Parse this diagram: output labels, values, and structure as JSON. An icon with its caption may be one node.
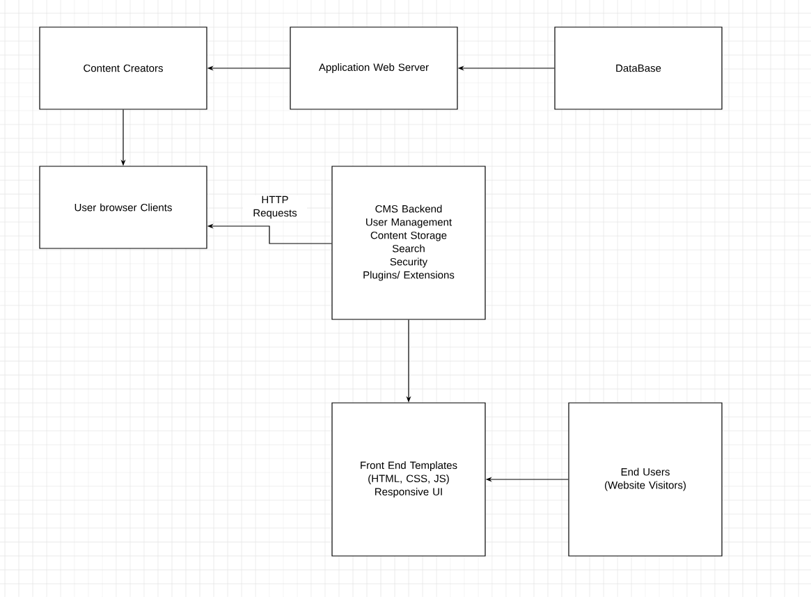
{
  "diagram": {
    "nodes": [
      {
        "text": [
          "Content Creators"
        ]
      },
      {
        "text": [
          "Application Web Server"
        ]
      },
      {
        "text": [
          "DataBase"
        ]
      },
      {
        "text": [
          "User browser Clients"
        ]
      },
      {
        "text": [
          "CMS Backend",
          "User Management",
          "Content Storage",
          "Search",
          "Security",
          "Plugins/ Extensions"
        ]
      },
      {
        "text": [
          "Front End Templates",
          "(HTML, CSS, JS)",
          "Responsive UI"
        ]
      },
      {
        "text": [
          "End Users",
          "(Website Visitors)"
        ]
      }
    ],
    "edges": [
      {
        "from": 1,
        "to": 0,
        "arrow": "to"
      },
      {
        "from": 2,
        "to": 1,
        "arrow": "to"
      },
      {
        "from": 0,
        "to": 3,
        "arrow": "to"
      },
      {
        "from": 4,
        "to": 3,
        "arrow": "to",
        "label": "HTTP Requests"
      },
      {
        "from": 4,
        "to": 5,
        "arrow": "to"
      },
      {
        "from": 6,
        "to": 5,
        "arrow": "to"
      }
    ]
  }
}
